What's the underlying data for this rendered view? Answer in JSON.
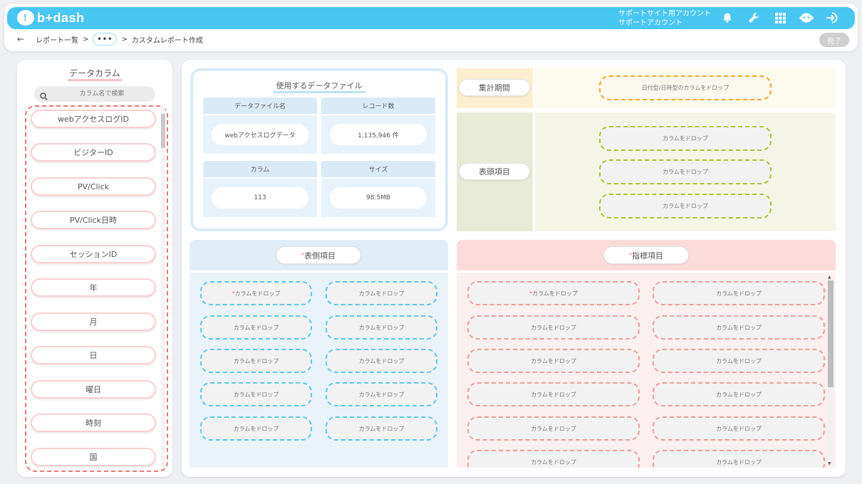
{
  "app": {
    "logo_text": "b+dash"
  },
  "header": {
    "account_line1": "サポートサイト用アカウント",
    "account_line2": "サポートアカウント",
    "icons": [
      "bell-icon",
      "wrench-icon",
      "grid-icon",
      "chat-bot-icon",
      "logout-icon"
    ]
  },
  "breadcrumb": {
    "back": "←",
    "item1": "レポート一覧",
    "sep": ">",
    "dots": "•••",
    "current": "カスタムレポート作成"
  },
  "done_button": "完了",
  "sidebar": {
    "title": "データカラム",
    "search_placeholder": "カラム名で検索",
    "items": [
      "webアクセスログID",
      "ビジターID",
      "PV/Click",
      "PV/Click日時",
      "セッションID",
      "年",
      "月",
      "日",
      "曜日",
      "時刻",
      "国"
    ]
  },
  "file_panel": {
    "title": "使用するデータファイル",
    "headers": [
      "データファイル名",
      "レコード数",
      "カラム",
      "サイズ"
    ],
    "values": [
      "webアクセスログデータ",
      "1,135,946 件",
      "113",
      "98.5MB"
    ]
  },
  "period": {
    "label": "集計期間",
    "drop": "日付型/日時型のカラムをドロップ"
  },
  "header_items": {
    "label": "表頭項目",
    "drops": [
      "カラムをドロップ",
      "カラムをドロップ",
      "カラムをドロップ"
    ]
  },
  "side_items": {
    "required_mark": "*",
    "label": "表側項目",
    "drops": [
      "カラムをドロップ",
      "カラムをドロップ",
      "カラムをドロップ",
      "カラムをドロップ",
      "カラムをドロップ",
      "カラムをドロップ",
      "カラムをドロップ",
      "カラムをドロップ",
      "カラムをドロップ",
      "カラムをドロップ"
    ]
  },
  "metric_items": {
    "required_mark": "*",
    "label": "指標項目",
    "drops": [
      "カラムをドロップ",
      "カラムをドロップ",
      "カラムをドロップ",
      "カラムをドロップ",
      "カラムをドロップ",
      "カラムをドロップ",
      "カラムをドロップ",
      "カラムをドロップ",
      "カラムをドロップ",
      "カラムをドロップ",
      "カラムをドロップ",
      "カラムをドロップ"
    ]
  },
  "colors": {
    "primary": "#48c7f2",
    "sidebar_dashed": "#f07373",
    "period": "#f6a623",
    "header": "#a9c832",
    "side": "#5ac9ef",
    "metric": "#f29c96"
  }
}
